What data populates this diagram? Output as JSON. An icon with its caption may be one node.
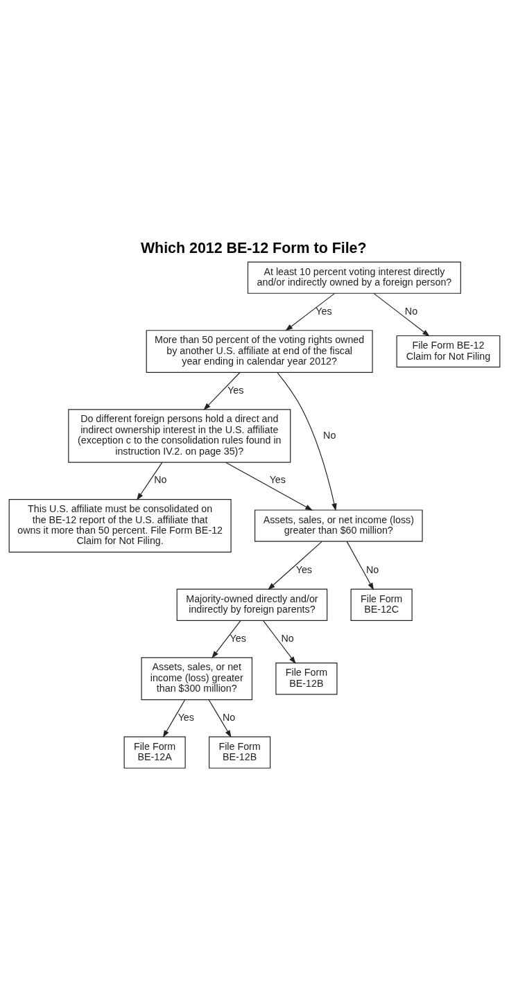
{
  "diagram": {
    "title": "Which 2012 BE-12 Form to File?",
    "nodes": [
      {
        "text": [
          "At least 10 percent voting interest directly and/or indirectly owned by a foreign person?"
        ]
      },
      {
        "text": [
          "More than 50 percent of the voting rights owned by another U.S. affiliate at end of the fiscal year ending in calendar year 2012?"
        ]
      },
      {
        "text": [
          "File Form BE-12 Claim for Not Filing"
        ]
      },
      {
        "text": [
          "Do different foreign persons hold a direct and indirect ownership interest in the U.S. affiliate (exception c to the consolidation rules found in instruction IV.2. on page 35)?"
        ]
      },
      {
        "text": [
          "This U.S. affiliate must be consolidated on the BE-12 report of the U.S. affiliate that owns it more than 50 percent. File Form BE-12 Claim for Not Filing."
        ]
      },
      {
        "text": [
          "Assets, sales, or net income (loss) greater than $60 million?"
        ]
      },
      {
        "text": [
          "Majority-owned directly and/or indirectly by foreign parents?"
        ]
      },
      {
        "text": [
          "File Form BE-12C"
        ]
      },
      {
        "text": [
          "Assets, sales, or net income (loss) greater than $300 million?"
        ]
      },
      {
        "text": [
          "File Form BE-12B"
        ]
      },
      {
        "text": [
          "File Form BE-12A"
        ]
      },
      {
        "text": [
          "File Form BE-12B"
        ]
      }
    ],
    "edges": [
      {
        "from": 0,
        "to": 1,
        "arrow": "to",
        "label": "Yes"
      },
      {
        "from": 0,
        "to": 2,
        "arrow": "to",
        "label": "No"
      },
      {
        "from": 1,
        "to": 3,
        "arrow": "to",
        "label": "Yes"
      },
      {
        "from": 1,
        "to": 5,
        "arrow": "to",
        "label": "No"
      },
      {
        "from": 3,
        "to": 5,
        "arrow": "to",
        "label": "Yes"
      },
      {
        "from": 3,
        "to": 4,
        "arrow": "to",
        "label": "No"
      },
      {
        "from": 5,
        "to": 6,
        "arrow": "to",
        "label": "Yes"
      },
      {
        "from": 5,
        "to": 7,
        "arrow": "to",
        "label": "No"
      },
      {
        "from": 6,
        "to": 8,
        "arrow": "to",
        "label": "Yes"
      },
      {
        "from": 6,
        "to": 9,
        "arrow": "to",
        "label": "No"
      },
      {
        "from": 8,
        "to": 10,
        "arrow": "to",
        "label": "Yes"
      },
      {
        "from": 8,
        "to": 11,
        "arrow": "to",
        "label": "No"
      }
    ]
  }
}
